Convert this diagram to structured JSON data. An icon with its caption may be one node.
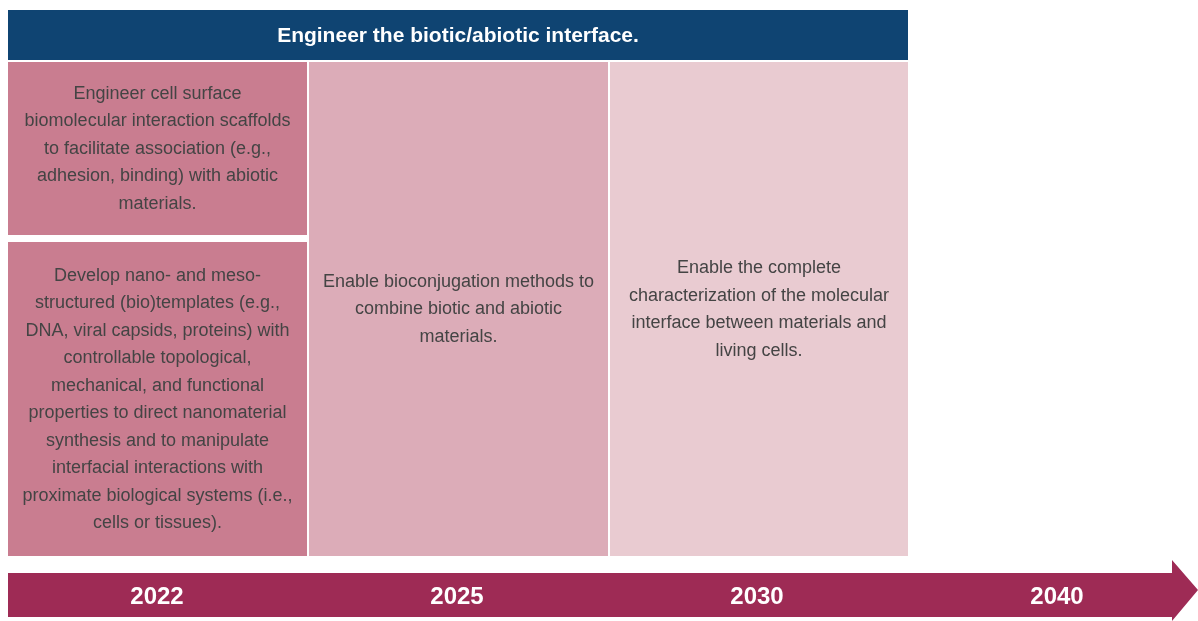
{
  "diagram": {
    "nodes": [
      {
        "text": [
          "Engineer the biotic/abiotic interface."
        ]
      },
      {
        "text": [
          "Engineer cell surface biomolecular interaction scaffolds to facilitate association (e.g., adhesion, binding) with abiotic materials."
        ]
      },
      {
        "text": [
          "Develop nano- and meso-structured (bio)templates (e.g., DNA, viral capsids, proteins) with controllable topological, mechanical, and functional properties to direct nanomaterial synthesis and to manipulate interfacial interactions with proximate biological systems (i.e., cells or tissues)."
        ]
      },
      {
        "text": [
          "Enable bioconjugation methods to combine biotic and abiotic materials."
        ]
      },
      {
        "text": [
          "Enable the complete characterization of the molecular interface between materials and living cells."
        ]
      }
    ],
    "edges": [],
    "labels": [
      "2022",
      "2025",
      "2030",
      "2040"
    ]
  }
}
